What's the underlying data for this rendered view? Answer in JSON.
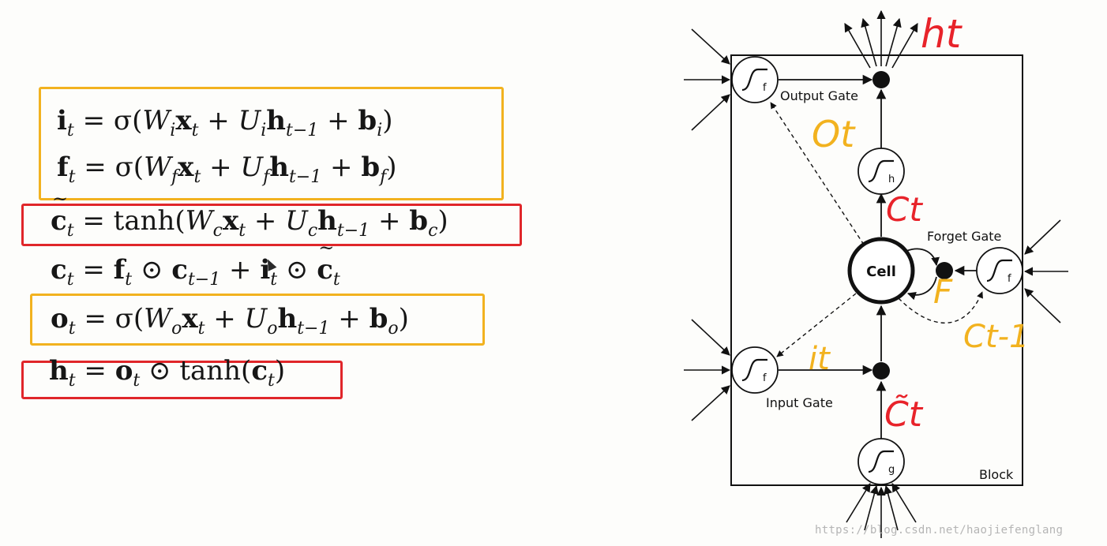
{
  "equations": {
    "i": [
      "i",
      "t",
      " = σ(",
      "W",
      "i",
      "x",
      "t",
      " + ",
      "U",
      "i",
      "h",
      "t−1",
      " + ",
      "b",
      "i",
      ")"
    ],
    "f": [
      "f",
      "t",
      " = σ(",
      "W",
      "f",
      "x",
      "t",
      " + ",
      "U",
      "f",
      "h",
      "t−1",
      " + ",
      "b",
      "f",
      ")"
    ],
    "c_tilde": [
      "c",
      "t",
      " = tanh(",
      "W",
      "c",
      "x",
      "t",
      " + ",
      "U",
      "c",
      "h",
      "t−1",
      " + ",
      "b",
      "c",
      ")"
    ],
    "c": [
      "c",
      "t",
      " = ",
      "f",
      "t",
      " ⊙ ",
      "c",
      "t−1",
      " + ",
      "i",
      "t",
      " ⊙ ",
      "c",
      "t"
    ],
    "o": [
      "o",
      "t",
      " = σ(",
      "W",
      "o",
      "x",
      "t",
      " + ",
      "U",
      "o",
      "h",
      "t−1",
      " + ",
      "b",
      "o",
      ")"
    ],
    "h": [
      "h",
      "t",
      " = ",
      "o",
      "t",
      " ⊙ tanh(",
      "c",
      "t",
      ")"
    ]
  },
  "diagram": {
    "gates": {
      "output": {
        "symbol": "f",
        "label": "Output Gate"
      },
      "forget": {
        "symbol": "f",
        "label": "Forget Gate"
      },
      "input": {
        "symbol": "f",
        "label": "Input Gate"
      },
      "cell_output": {
        "symbol": "h"
      },
      "cell_input": {
        "symbol": "g"
      }
    },
    "cell_label": "Cell",
    "block_label": "Block"
  },
  "annotations": {
    "h_t": "ht",
    "o_t": "Ot",
    "c_t": "Ct",
    "f": "F",
    "c_t_minus_1": "Ct-1",
    "i_t": "it",
    "c_tilde_t": "C̃t"
  },
  "watermark": "https://blog.csdn.net/haojiefenglang",
  "colors": {
    "highlight_yellow": "#f2b21f",
    "highlight_red": "#e0262a",
    "annotation_red": "#e8232a",
    "annotation_yellow": "#f2b21f",
    "ink": "#161616"
  }
}
